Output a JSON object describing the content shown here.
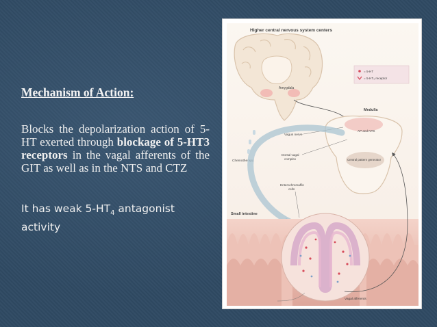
{
  "slide": {
    "heading": "Mechanism of Action:",
    "para1_a": "Blocks the depolarization action of 5-HT exerted through ",
    "para1_bold": "blockage of 5-HT3 receptors",
    "para1_b": " in the vagal afferents of the GIT as well as in the NTS and CTZ",
    "para2_a": "It has weak 5-HT",
    "para2_sub": "4",
    "para2_b": " antagonist activity"
  },
  "figure": {
    "title": "Higher central nervous system centers",
    "amygdala": "Amygdala",
    "legend_5ht": "= 5-HT",
    "legend_receptor": "= 5-HT₃ receptor",
    "medulla": "Medulla",
    "vagus_nerve": "Vagus nerve",
    "ap_nts": "AP and NTS",
    "chemotherapy": "Chemotherapy",
    "dorsal_vagal_1": "Dorsal vagal",
    "dorsal_vagal_2": "complex",
    "central_pattern": "Central pattern generator",
    "entero_1": "Enterochromaffin",
    "entero_2": "cells",
    "small_intestine": "Small intestine",
    "vagal_afferents": "Vagal afferents"
  },
  "colors": {
    "background": "#2f4a63",
    "brain": "#f3e6d6",
    "intestine": "#e9b8ad",
    "arrow": "#9ab8c8"
  }
}
